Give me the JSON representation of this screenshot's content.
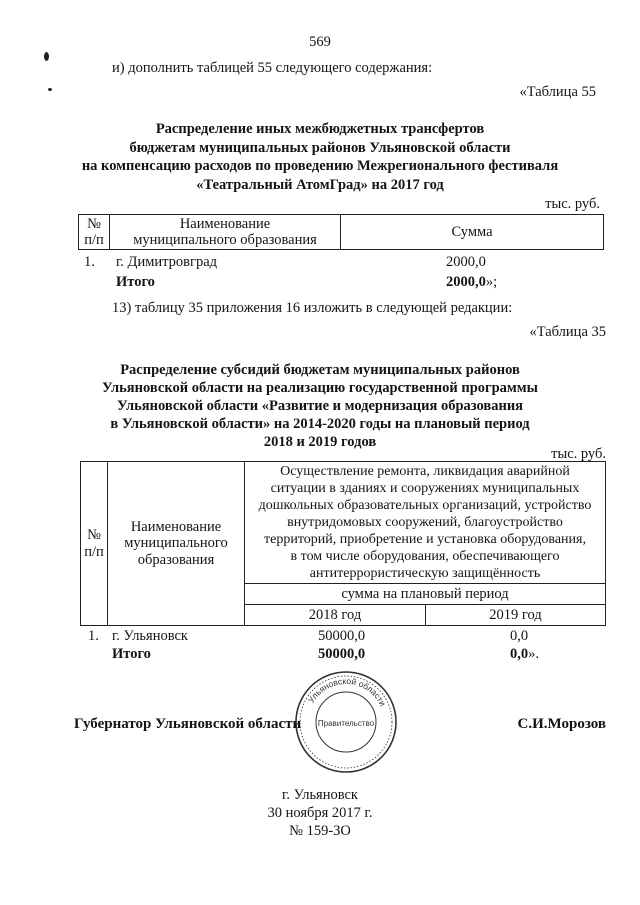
{
  "page_number": "569",
  "intro_line": "и) дополнить таблицей 55 следующего содержания:",
  "table55": {
    "caption": "«Таблица 55",
    "title": [
      "Распределение иных межбюджетных трансфертов",
      "бюджетам муниципальных районов Ульяновской области",
      "на компенсацию расходов по проведению Межрегионального фестиваля",
      "«Театральный АтомГрад» на 2017 год"
    ],
    "units": "тыс. руб.",
    "head_num": [
      "№",
      "п/п"
    ],
    "head_name": [
      "Наименование",
      "муниципального образования"
    ],
    "head_sum": "Сумма",
    "rows": [
      {
        "num": "1.",
        "name": "г. Димитровград",
        "sum": "2000,0"
      }
    ],
    "total_label": "Итого",
    "total_value": "2000,0",
    "total_suffix": "»;"
  },
  "line13": "13) таблицу 35 приложения 16 изложить в следующей редакции:",
  "table35": {
    "caption": "«Таблица 35",
    "title": [
      "Распределение субсидий бюджетам муниципальных районов",
      "Ульяновской области на реализацию государственной программы",
      "Ульяновской области «Развитие и модернизация образования",
      "в Ульяновской области» на 2014-2020 годы на плановый период",
      "2018 и 2019 годов"
    ],
    "units": "тыс. руб.",
    "head_num": [
      "№",
      "п/п"
    ],
    "head_name": [
      "Наименование",
      "муниципального",
      "образования"
    ],
    "head_desc": [
      "Осуществление ремонта, ликвидация аварийной",
      "ситуации в зданиях и сооружениях муниципальных",
      "дошкольных образовательных организаций, устройство",
      "внутридомовых сооружений, благоустройство",
      "территорий, приобретение и установка оборудования,",
      "в том числе оборудования, обеспечивающего",
      "антитеррористическую защищённость"
    ],
    "head_period": "сумма на плановый период",
    "years": [
      "2018 год",
      "2019 год"
    ],
    "rows": [
      {
        "num": "1.",
        "name": "г. Ульяновск",
        "v2018": "50000,0",
        "v2019": "0,0"
      }
    ],
    "total_label": "Итого",
    "total_2018": "50000,0",
    "total_2019": "0,0",
    "total_suffix": "»."
  },
  "signature": {
    "position": "Губернатор Ульяновской области",
    "name": "С.И.Морозов"
  },
  "stamp": {
    "center_text": "Правительство",
    "ring_text": "Ульяновской области"
  },
  "footer": {
    "city": "г. Ульяновск",
    "date": "30 ноября 2017 г.",
    "number": "№ 159-ЗО"
  }
}
